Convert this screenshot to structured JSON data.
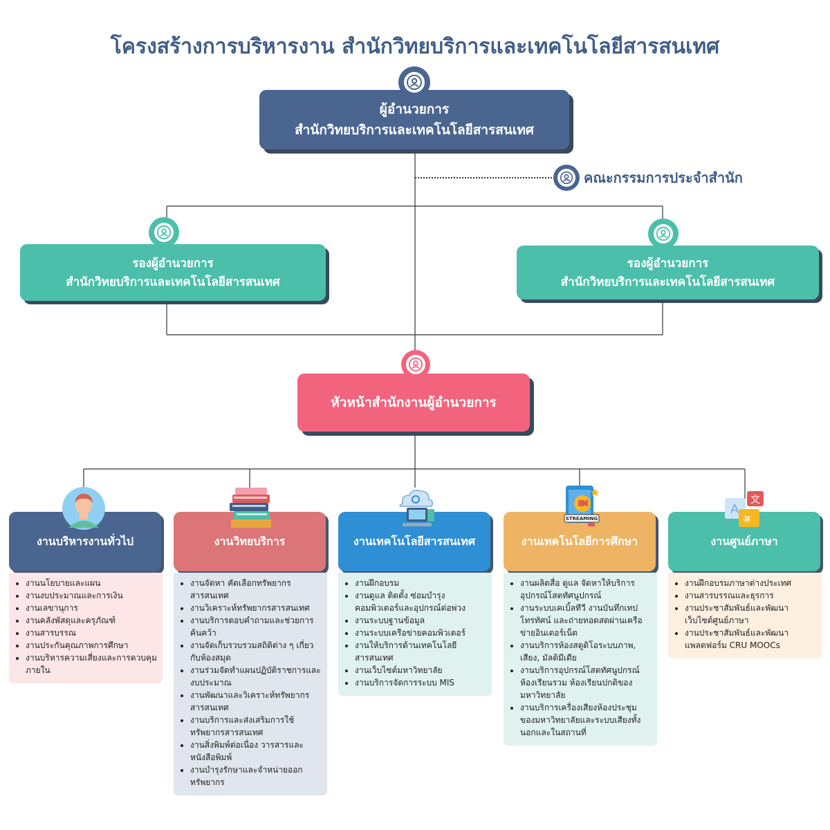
{
  "title": "โครงสร้างการบริหารงาน สำนักวิทยบริการและเทคโนโลยีสารสนเทศ",
  "colors": {
    "navy": "#4a6690",
    "teal": "#4bbfaa",
    "pink": "#f2647e",
    "red_dept": "#dc7577",
    "blue_dept": "#2e8fd4",
    "orange_dept": "#eeb463",
    "title": "#3f5d86"
  },
  "director": {
    "line1": "ผู้อำนวยการ",
    "line2": "สำนักวิทยบริการและเทคโนโลยีสารสนเทศ",
    "icon": "user-circle-icon"
  },
  "committee": {
    "label": "คณะกรรมการประจำสำนัก",
    "icon": "user-circle-icon"
  },
  "deputies": [
    {
      "line1": "รองผู้อำนวยการ",
      "line2": "สำนักวิทยบริการและเทคโนโลยีสารสนเทศ"
    },
    {
      "line1": "รองผู้อำนวยการ",
      "line2": "สำนักวิทยบริการและเทคโนโลยีสารสนเทศ"
    }
  ],
  "office_head": {
    "label": "หัวหน้าสำนักงานผู้อำนวยการ",
    "icon": "user-circle-icon"
  },
  "departments": [
    {
      "name": "งานบริหารงานทั่วไป",
      "icon": "person-avatar-icon",
      "items": [
        "งานนโยบายและแผน",
        "งานงบประมาณและการเงิน",
        "งานเลขานุการ",
        "งานคลังพัสดุและครุภัณฑ์",
        "งานสารบรรณ",
        "งานประกันคุณภาพการศึกษา",
        "งานบริหารความเสี่ยงและการควบคุมภายใน"
      ]
    },
    {
      "name": "งานวิทยบริการ",
      "icon": "books-stack-icon",
      "items": [
        "งานจัดหา คัดเลือกทรัพยากรสารสนเทศ",
        "งานวิเคราะห์ทรัพยากรสารสนเทศ",
        "งานบริการตอบคำถามและช่วยการค้นคว้า",
        "งานจัดเก็บรวบรวมสถิติต่าง ๆ เกี่ยวกับห้องสมุด",
        "งานร่วมจัดทำแผนปฏิบัติราชการและงบประมาณ",
        "งานพัฒนาและวิเคราะห์ทรัพยากรสารสนเทศ",
        "งานบริการและส่งเสริมการใช้ทรัพยากรสารสนเทศ",
        "งานสิ่งพิมพ์ต่อเนื่อง วารสารและหนังสือพิมพ์",
        "งานบำรุงรักษาและจำหน่ายออกทรัพยากร"
      ]
    },
    {
      "name": "งานเทคโนโลยีสารสนเทศ",
      "icon": "cloud-computer-icon",
      "items": [
        "งานฝึกอบรม",
        "งานดูแล ติดตั้ง ซ่อมบำรุงคอมพิวเตอร์และอุปกรณ์ต่อพ่วง",
        "งานระบบฐานข้อมูล",
        "งานระบบเครือข่ายคอมพิวเตอร์",
        "งานให้บริการด้านเทคโนโลยีสารสนเทศ",
        "งานเว็บไซต์มหาวิทยาลัย",
        "งานบริการจัดการระบบ MIS"
      ]
    },
    {
      "name": "งานเทคโนโลยีการศึกษา",
      "icon": "streaming-phone-icon",
      "icon_text": "STREAMING",
      "items": [
        "งานผลิตสื่อ ดูแล จัดหาให้บริการอุปกรณ์โสตทัศนูปกรณ์",
        "งานระบบเคเบิ้ลทีวี งานบันทึกเทปโทรทัศน์ และถ่ายทอดสดผ่านเครือข่ายอินเตอร์เน็ต",
        "งานบริการห้องสตูดิโอระบบภาพ, เสียง, มัลติมีเดีย",
        "งานบริการอุปกรณ์โสตทัศนูปกรณ์ห้องเรียนรวม ห้องเรียนปกติของมหาวิทยาลัย",
        "งานบริการเครื่องเสียงห้องประชุมของมหาวิทยาลัยและระบบเสียงทั้งนอกและในสถานที่"
      ]
    },
    {
      "name": "งานศูนย์ภาษา",
      "icon": "translate-icon",
      "items": [
        "งานฝึกอบรมภาษาต่างประเทศ",
        "งานสารบรรณและธุรการ",
        "งานประชาสัมพันธ์และพัฒนาเว็บไซต์ศูนย์ภาษา",
        "งานประชาสัมพันธ์และพัฒนาแพลตฟอร์ม CRU MOOCs"
      ]
    }
  ]
}
